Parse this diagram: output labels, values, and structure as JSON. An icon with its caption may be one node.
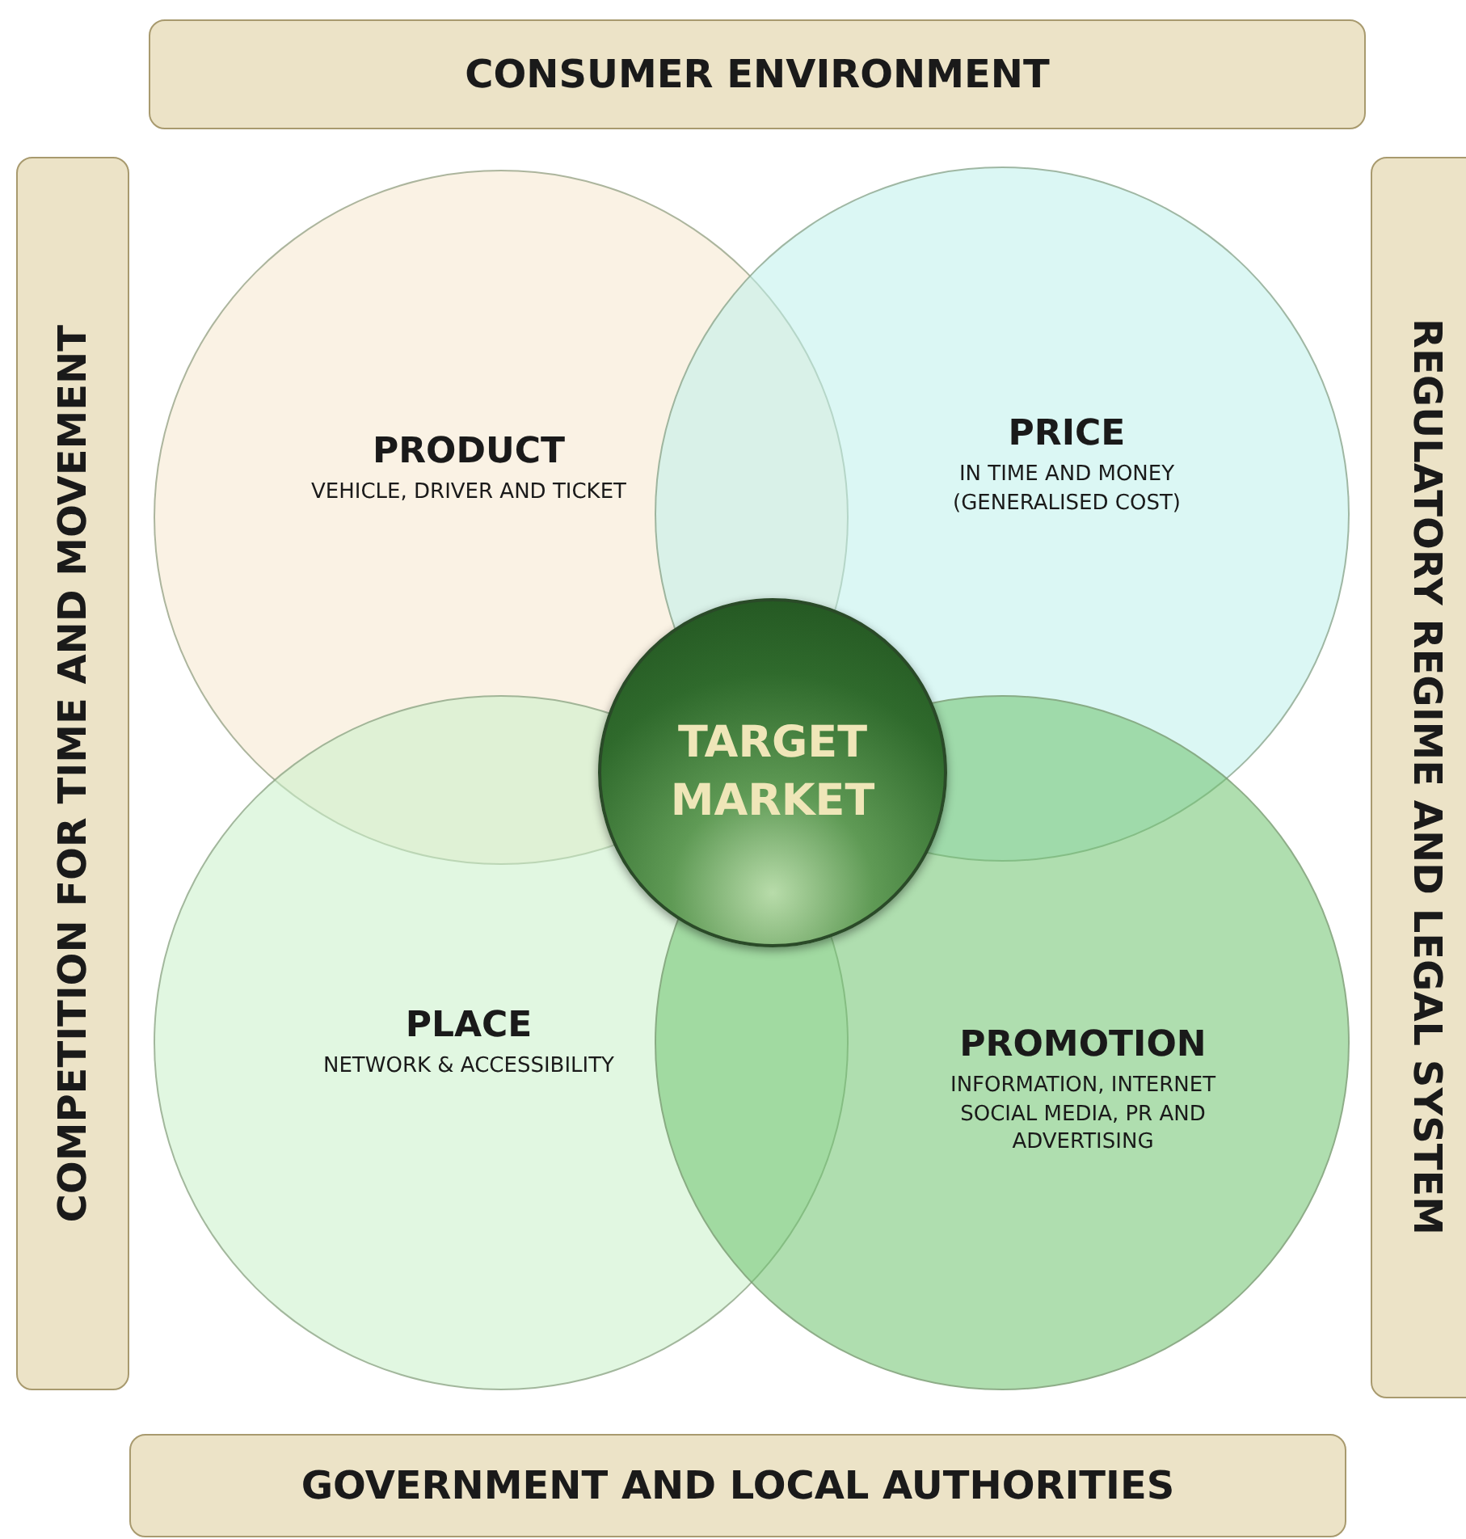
{
  "diagram": {
    "nodes": [
      {
        "text": [
          "CONSUMER ENVIRONMENT"
        ]
      },
      {
        "text": [
          "COMPETITION FOR TIME AND MOVEMENT"
        ]
      },
      {
        "text": [
          "REGULATORY REGIME AND LEGAL SYSTEM"
        ]
      },
      {
        "text": [
          "PRODUCT",
          "VEHICLE, DRIVER AND TICKET"
        ]
      },
      {
        "text": [
          "PRICE",
          "IN TIME AND MONEY (GENERALISED COST)"
        ]
      },
      {
        "text": [
          "PLACE",
          "NETWORK & ACCESSIBILITY"
        ]
      },
      {
        "text": [
          "PROMOTION",
          "INFORMATION, INTERNET SOCIAL MEDIA, PR AND ADVERTISING"
        ]
      },
      {
        "text": [
          "TARGET MARKET"
        ]
      },
      {
        "text": [
          "GOVERNMENT AND LOCAL AUTHORITIES"
        ]
      }
    ],
    "edges": []
  }
}
